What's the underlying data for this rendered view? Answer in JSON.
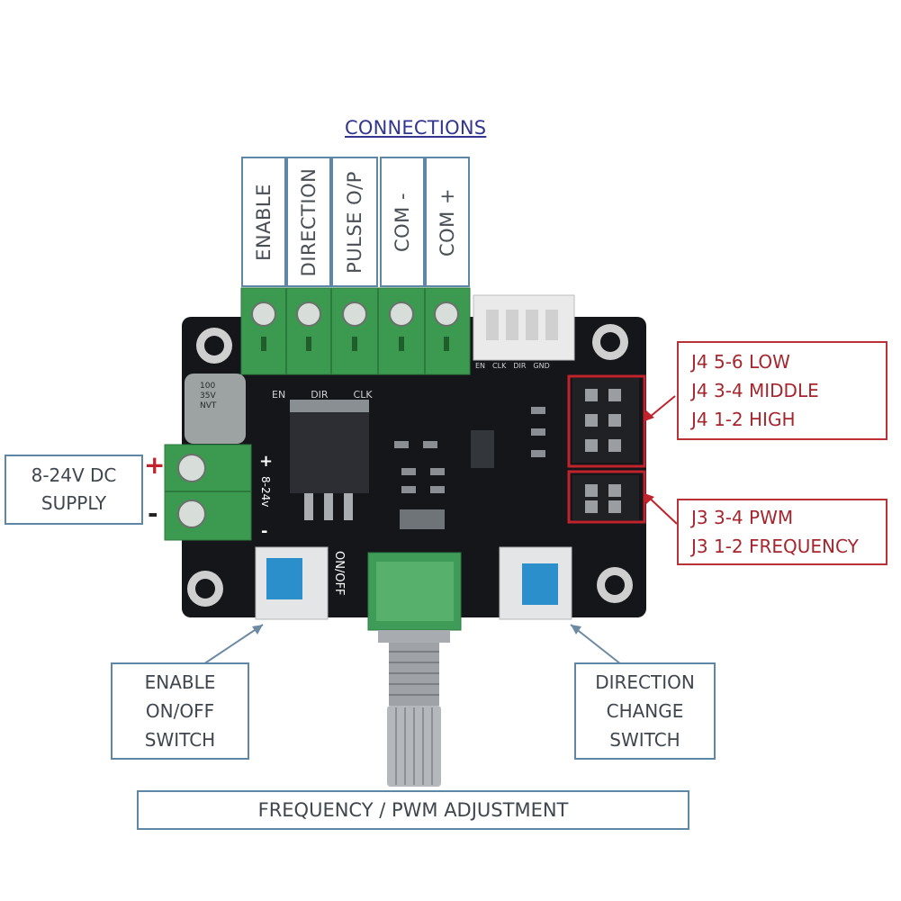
{
  "header": {
    "title": "CONNECTIONS"
  },
  "connections": [
    {
      "label": "ENABLE"
    },
    {
      "label": "DIRECTION"
    },
    {
      "label": "PULSE O/P"
    },
    {
      "label": "COM -"
    },
    {
      "label": "COM +"
    }
  ],
  "board": {
    "pin_labels": [
      "EN",
      "DIR",
      "CLK"
    ],
    "header_labels": [
      "EN",
      "CLK",
      "DIR",
      "GND"
    ],
    "power_silk": "8-24v",
    "on_off_silk": "ON/OFF",
    "cap_text": [
      "100",
      "35V",
      "NVT"
    ],
    "power_plus": "+",
    "power_minus": "-"
  },
  "supply": {
    "lines": [
      "8-24V DC",
      "SUPPLY"
    ],
    "plus": "+",
    "minus": "-"
  },
  "j4": {
    "lines": [
      "J4 5-6 LOW",
      "J4 3-4 MIDDLE",
      "J4 1-2 HIGH"
    ]
  },
  "j3": {
    "lines": [
      "J3 3-4 PWM",
      "J3 1-2 FREQUENCY"
    ]
  },
  "enable_switch": {
    "lines": [
      "ENABLE",
      "ON/OFF",
      "SWITCH"
    ]
  },
  "direction_switch": {
    "lines": [
      "DIRECTION",
      "CHANGE",
      "SWITCH"
    ]
  },
  "frequency": {
    "label": "FREQUENCY / PWM ADJUSTMENT"
  },
  "colors": {
    "board": "#14161a",
    "terminal": "#3b9a4f",
    "label_border": "#5d87a5",
    "accent_red": "#c0232b",
    "text_blue": "#34358f"
  }
}
